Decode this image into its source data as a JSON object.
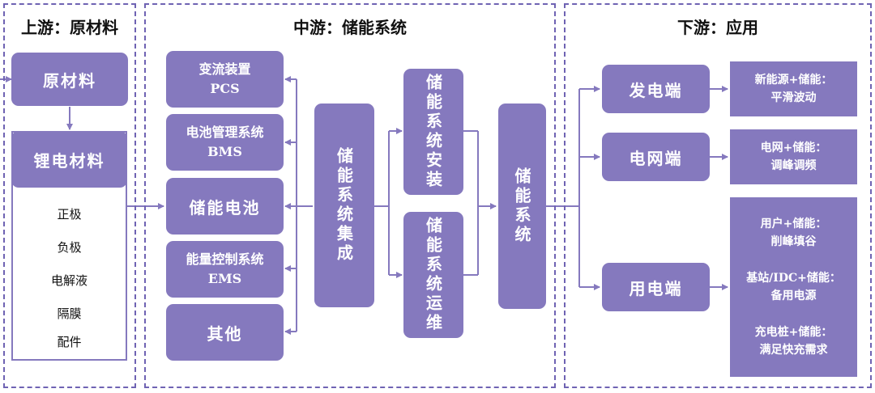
{
  "colors": {
    "box": "#8579be",
    "border": "#6f63b3",
    "line": "#8579be"
  },
  "zones": {
    "upstream": "上游：原材料",
    "midstream": "中游：储能系统",
    "downstream": "下游：应用"
  },
  "upstream": {
    "raw_material": "原材料",
    "lithium_material": "锂电材料",
    "components": [
      "正极",
      "负极",
      "电解液",
      "隔膜",
      "配件"
    ]
  },
  "midstream": {
    "pcs": {
      "line1": "变流装置",
      "line2": "PCS"
    },
    "bms": {
      "line1": "电池管理系统",
      "line2": "BMS"
    },
    "battery": "储能电池",
    "ems": {
      "line1": "能量控制系统",
      "line2": "EMS"
    },
    "other": "其他",
    "integration": "储能系统集成",
    "installation": "储能系统安装",
    "operation": "储能系统运维",
    "system": "储能系统"
  },
  "downstream": {
    "generation": "发电端",
    "grid": "电网端",
    "user": "用电端",
    "gen_app": {
      "line1": "新能源+储能：",
      "line2": "平滑波动"
    },
    "grid_app": {
      "line1": "电网+储能：",
      "line2": "调峰调频"
    },
    "user_apps": [
      {
        "line1": "用户+储能：",
        "line2": "削峰填谷"
      },
      {
        "line1": "基站/IDC+储能：",
        "line2": "备用电源"
      },
      {
        "line1": "充电桩+储能：",
        "line2": "满足快充需求"
      }
    ]
  }
}
